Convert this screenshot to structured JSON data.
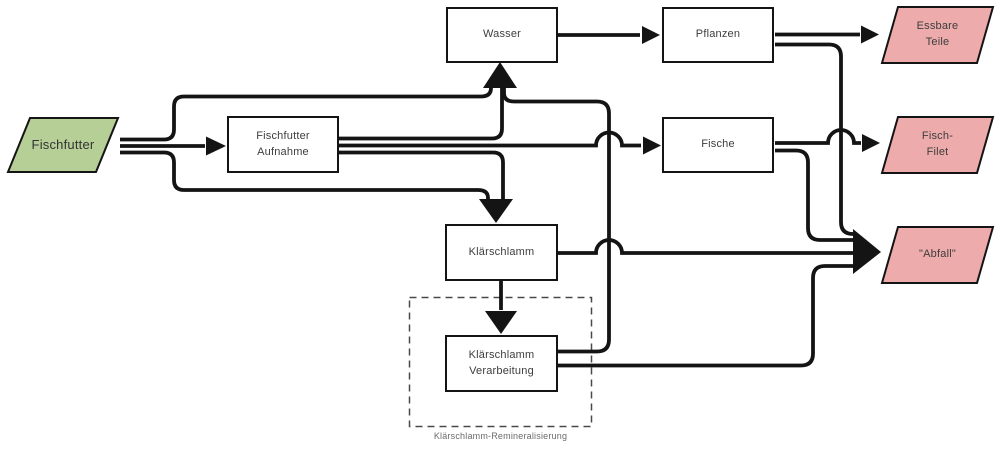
{
  "diagram": {
    "colors": {
      "background": "#ffffff",
      "line": "#141414",
      "box_fill": "#ffffff",
      "box_text": "#3d3d3d",
      "green_fill": "#b6cf97",
      "pink_fill": "#edabab",
      "group_label_text": "#6b6b6b"
    },
    "nodes": {
      "fischfutter": {
        "label": "Fischfutter",
        "shape": "parallelogram"
      },
      "fischfutter_aufnahme": {
        "label": "Fischfutter\nAufnahme",
        "shape": "rect"
      },
      "wasser": {
        "label": "Wasser",
        "shape": "rect"
      },
      "pflanzen": {
        "label": "Pflanzen",
        "shape": "rect"
      },
      "fische": {
        "label": "Fische",
        "shape": "rect"
      },
      "klaerschlamm": {
        "label": "Klärschlamm",
        "shape": "rect"
      },
      "klaerschlamm_verarbeitung": {
        "label": "Klärschlamm\nVerarbeitung",
        "shape": "rect"
      },
      "essbare_teile": {
        "label": "Essbare\nTeile",
        "shape": "parallelogram"
      },
      "fisch_filet": {
        "label": "Fisch-\nFilet",
        "shape": "parallelogram"
      },
      "abfall": {
        "label": "\"Abfall\"",
        "shape": "parallelogram"
      }
    },
    "group": {
      "label": "Klärschlamm-Remineralisierung"
    }
  }
}
